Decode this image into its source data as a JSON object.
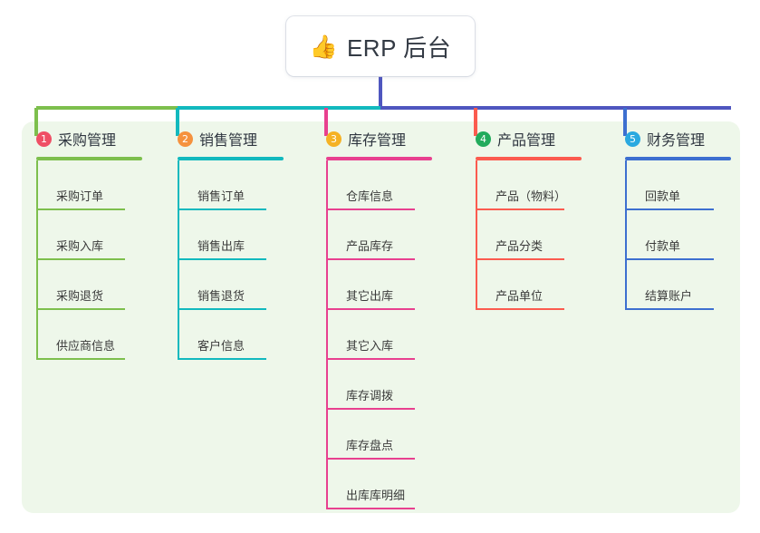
{
  "root": {
    "icon": "thumbs-up-emoji",
    "emoji": "👍",
    "title": "ERP 后台"
  },
  "theme": {
    "page_background": "#ffffff",
    "panel_background": "#eef7ea",
    "card_background": "#ffffff",
    "root_connector": "#4f56bf",
    "text_color": "#3b3b3b"
  },
  "columns": [
    {
      "number": "1",
      "title": "采购管理",
      "badge_color": "#ef4f65",
      "line_color": "#7dbf4d",
      "items": [
        {
          "label": "采购订单"
        },
        {
          "label": "采购入库"
        },
        {
          "label": "采购退货"
        },
        {
          "label": "供应商信息"
        }
      ]
    },
    {
      "number": "2",
      "title": "销售管理",
      "badge_color": "#f5923e",
      "line_color": "#12b9be",
      "items": [
        {
          "label": "销售订单"
        },
        {
          "label": "销售出库"
        },
        {
          "label": "销售退货"
        },
        {
          "label": "客户信息"
        }
      ]
    },
    {
      "number": "3",
      "title": "库存管理",
      "badge_color": "#f5b225",
      "line_color": "#e8408f",
      "items": [
        {
          "label": "仓库信息"
        },
        {
          "label": "产品库存"
        },
        {
          "label": "其它出库"
        },
        {
          "label": "其它入库"
        },
        {
          "label": "库存调拨"
        },
        {
          "label": "库存盘点"
        },
        {
          "label": "出库库明细"
        }
      ]
    },
    {
      "number": "4",
      "title": "产品管理",
      "badge_color": "#22ab5c",
      "line_color": "#fb5b4f",
      "items": [
        {
          "label": "产品（物料）"
        },
        {
          "label": "产品分类"
        },
        {
          "label": "产品单位"
        }
      ]
    },
    {
      "number": "5",
      "title": "财务管理",
      "badge_color": "#2aa9e0",
      "line_color": "#3d6fd0",
      "items": [
        {
          "label": "回款单"
        },
        {
          "label": "付款单"
        },
        {
          "label": "结算账户"
        }
      ]
    }
  ]
}
